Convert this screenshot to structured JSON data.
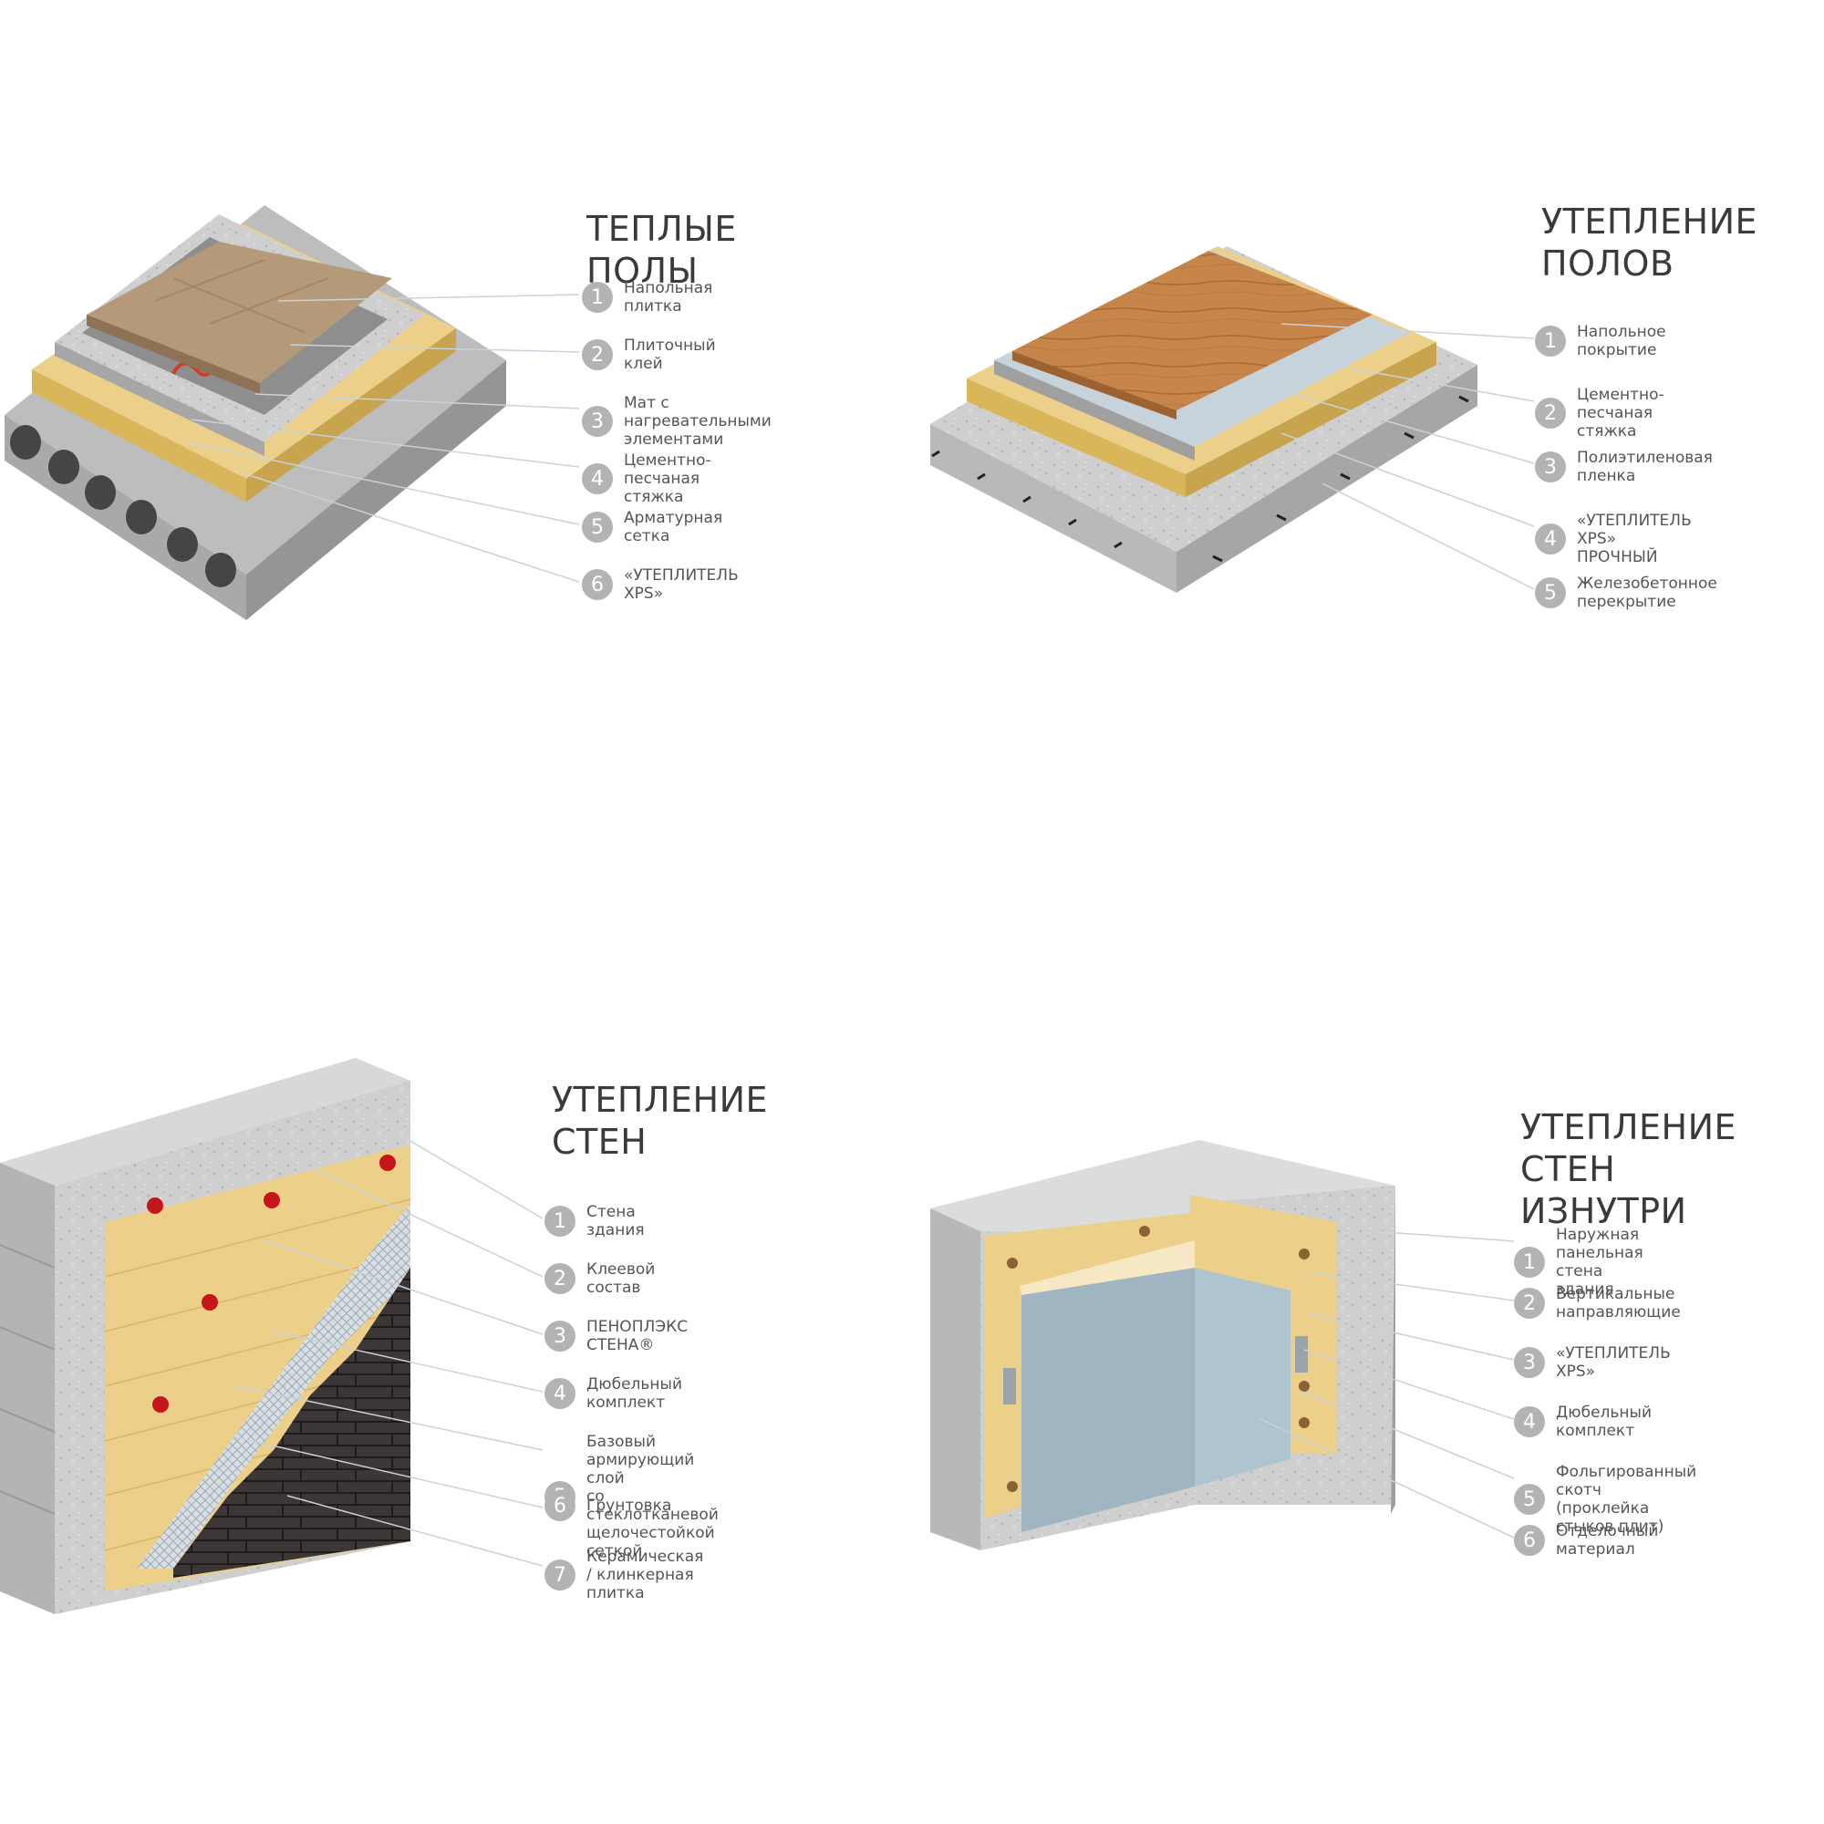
{
  "colors": {
    "badge": "#b3b3b3",
    "leader_line": "#c8d2dc",
    "concrete": "#c9c9c9",
    "xps_insulation": "#ecd089",
    "tile": "#b59a7a",
    "wood": "#c98a4f",
    "clinker": "#3a3535",
    "plasterboard": "#9fb6c2",
    "anchor_red": "#c8151b"
  },
  "panels": [
    {
      "title": "ТЕПЛЫЕ ПОЛЫ",
      "items": [
        {
          "n": "1",
          "label": "Напольная плитка"
        },
        {
          "n": "2",
          "label": "Плиточный клей"
        },
        {
          "n": "3",
          "label": "Мат с нагревательными элементами"
        },
        {
          "n": "4",
          "label": "Цементно-песчаная стяжка"
        },
        {
          "n": "5",
          "label": "Арматурная сетка"
        },
        {
          "n": "6",
          "label": "«УТЕПЛИТЕЛЬ XPS»"
        }
      ]
    },
    {
      "title": "УТЕПЛЕНИЕ\nПОЛОВ",
      "items": [
        {
          "n": "1",
          "label": "Напольное покрытие"
        },
        {
          "n": "2",
          "label": "Цементно-песчаная стяжка"
        },
        {
          "n": "3",
          "label": "Полиэтиленовая пленка"
        },
        {
          "n": "4",
          "label": "«УТЕПЛИТЕЛЬ XPS» ПРОЧНЫЙ"
        },
        {
          "n": "5",
          "label": "Железобетонное перекрытие"
        }
      ]
    },
    {
      "title": "УТЕПЛЕНИЕ\nСТЕН",
      "items": [
        {
          "n": "1",
          "label": "Стена здания"
        },
        {
          "n": "2",
          "label": "Клеевой состав"
        },
        {
          "n": "3",
          "label": "ПЕНОПЛЭКС СТЕНА®"
        },
        {
          "n": "4",
          "label": "Дюбельный комплект"
        },
        {
          "n": "5",
          "label": "Базовый армирующий слой\nсо стеклотканевой щелочестойкой сеткой"
        },
        {
          "n": "6",
          "label": "Грунтовка"
        },
        {
          "n": "7",
          "label": "Керамическая / клинкерная плитка"
        }
      ]
    },
    {
      "title": "УТЕПЛЕНИЕ\nСТЕН ИЗНУТРИ",
      "items": [
        {
          "n": "1",
          "label": "Наружная панельная стена здания"
        },
        {
          "n": "2",
          "label": "Вертикальные направляющие"
        },
        {
          "n": "3",
          "label": "«УТЕПЛИТЕЛЬ XPS»"
        },
        {
          "n": "4",
          "label": "Дюбельный комплект"
        },
        {
          "n": "5",
          "label": "Фольгированный скотч\n(проклейка стыков плит)"
        },
        {
          "n": "6",
          "label": "Отделочный материал"
        }
      ]
    }
  ]
}
